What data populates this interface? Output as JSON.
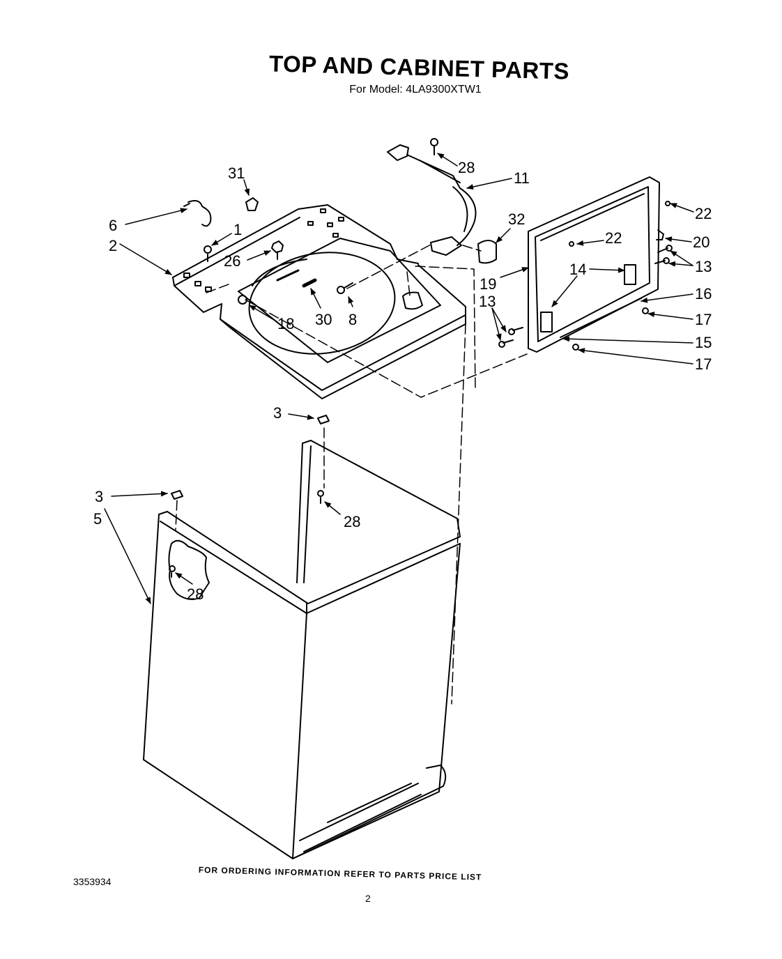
{
  "header": {
    "title": "TOP AND CABINET PARTS",
    "subtitle": "For Model: 4LA9300XTW1"
  },
  "callouts": {
    "c31": "31",
    "c6": "6",
    "c1": "1",
    "c2": "2",
    "c26": "26",
    "c18": "18",
    "c30": "30",
    "c8": "8",
    "c28a": "28",
    "c11": "11",
    "c32": "32",
    "c22a": "22",
    "c22b": "22",
    "c20": "20",
    "c14": "14",
    "c13a": "13",
    "c19": "19",
    "c16": "16",
    "c13b": "13",
    "c17a": "17",
    "c15": "15",
    "c17b": "17",
    "c3a": "3",
    "c3b": "3",
    "c5": "5",
    "c28b": "28",
    "c28c": "28"
  },
  "footer": {
    "ref_number": "3353934",
    "note": "FOR ORDERING INFORMATION REFER TO PARTS PRICE LIST",
    "page_number": "2"
  }
}
